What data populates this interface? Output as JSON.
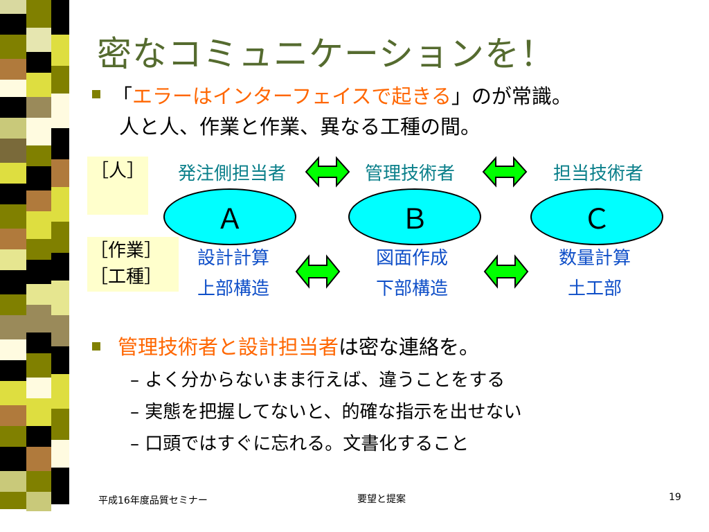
{
  "slide": {
    "title": "密なコミュニケーションを！",
    "bullet1": {
      "open_quote": "「",
      "highlight": "エラーはインターフェイスで起きる",
      "close_quote": "」のが常識。",
      "line2": "人と人、作業と作業、異なる工種の間。"
    },
    "diagram": {
      "row_label_people": "［人］",
      "row_label_work": "［作業］",
      "row_label_type": "［工種］",
      "people": [
        "発注側担当者",
        "管理技術者",
        "担当技術者"
      ],
      "nodes": [
        "Ａ",
        "Ｂ",
        "Ｃ"
      ],
      "work": [
        "設計計算",
        "図面作成",
        "数量計算"
      ],
      "type": [
        "上部構造",
        "下部構造",
        "土工部"
      ]
    },
    "bullet2": {
      "highlight": "管理技術者と設計担当者",
      "rest": "は密な連絡を。",
      "subs": [
        "よく分からないまま行えば、違うことをする",
        "実態を把握してないと、的確な指示を出せない",
        "口頭ではすぐに忘れる。文書化すること"
      ],
      "dash": "–"
    },
    "footer": {
      "left": "平成16年度品質セミナー",
      "center": "要望と提案",
      "page": "19"
    },
    "colors": {
      "title": "#556b2f",
      "highlight": "#ff6600",
      "diagram_text": "#0f4fc8",
      "node_fill": "#00ffff",
      "arrow_fill": "#00ff00"
    }
  }
}
